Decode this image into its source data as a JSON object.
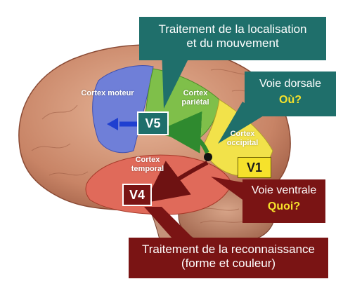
{
  "callouts": {
    "top_line1": "Traitement de la localisation",
    "top_line2": "et du mouvement",
    "dorsal_title": "Voie dorsale",
    "dorsal_q": "Où?",
    "ventral_title": "Voie ventrale",
    "ventral_q": "Quoi?",
    "bottom_line1": "Traitement de la reconnaissance",
    "bottom_line2": "(forme et couleur)"
  },
  "regions": {
    "motor": "Cortex moteur",
    "parietal_1": "Cortex",
    "parietal_2": "pariétal",
    "occipital_1": "Cortex",
    "occipital_2": "occipital",
    "temporal_1": "Cortex",
    "temporal_2": "temporal"
  },
  "areas": {
    "v5": "V5",
    "v1": "V1",
    "v4": "V4"
  },
  "colors": {
    "teal": "#1f6f6b",
    "maroon": "#7a1414",
    "yellow_accent": "#f6e22b",
    "motor_blue": "#6f7fd8",
    "parietal_green": "#7fbf4a",
    "occipital_yellow": "#f2e24a",
    "temporal_red": "#e06a5a",
    "arrow_green": "#2f8a2f",
    "arrow_blue": "#1f3fd0",
    "arrow_maroon": "#6e1212"
  }
}
